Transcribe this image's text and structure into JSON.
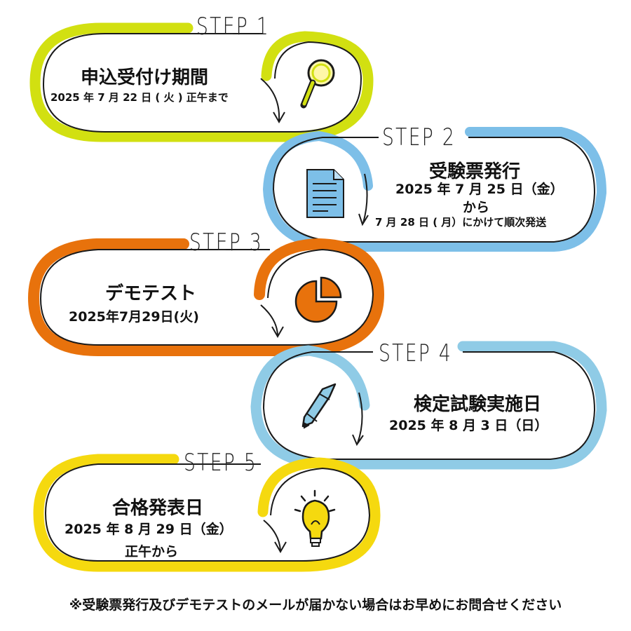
{
  "steps": [
    {
      "label": "STEP 1",
      "title": "申込受付け期間",
      "line1": "2025 年 7 月 22 日 ( 火 ) 正午まで",
      "color": "#d2e011",
      "icon": "magnifier-icon"
    },
    {
      "label": "STEP 2",
      "title": "受験票発行",
      "line1": "2025 年 7 月 25 日（金）",
      "line2": "から",
      "line3": "7 月 28 日 ( 月）にかけて順次発送",
      "color": "#7dbfe8",
      "icon": "document-icon"
    },
    {
      "label": "STEP 3",
      "title": "デモテスト",
      "line1": "2025年7月29日(火)",
      "color": "#e8720c",
      "icon": "pie-chart-icon"
    },
    {
      "label": "STEP 4",
      "title": "検定試験実施日",
      "line1": "2025 年 8 月 3 日（日）",
      "color": "#8fcbe6",
      "icon": "pencil-icon"
    },
    {
      "label": "STEP 5",
      "title": "合格発表日",
      "line1": "2025 年 8 月 29 日（金）",
      "line2": "正午から",
      "color": "#f5d90f",
      "icon": "lightbulb-icon"
    }
  ],
  "footnote": "※受験票発行及びデモテストのメールが届かない場合はお早めにお問合せください"
}
